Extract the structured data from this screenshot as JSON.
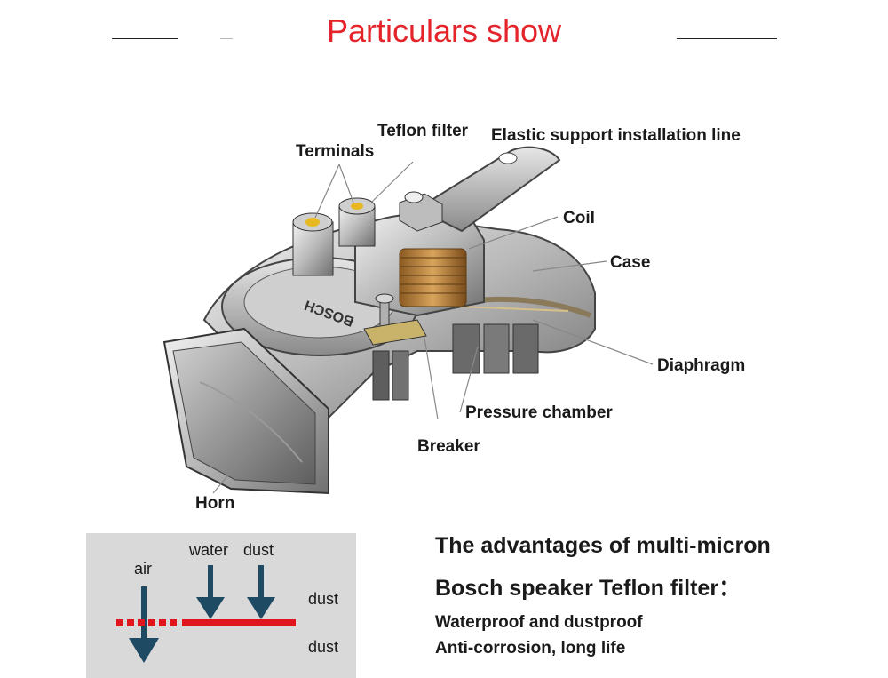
{
  "header": {
    "title": "Particulars show"
  },
  "labels": {
    "teflon_filter": "Teflon filter",
    "elastic_support": "Elastic support installation line",
    "terminals": "Terminals",
    "coil": "Coil",
    "case": "Case",
    "diaphragm": "Diaphragm",
    "pressure_chamber": "Pressure chamber",
    "breaker": "Breaker",
    "horn": "Horn",
    "brand_mark": "BOSCH"
  },
  "filter_diagram": {
    "air": "air",
    "water": "water",
    "dust_top": "dust",
    "dust_mid": "dust",
    "dust_bottom": "dust",
    "colors": {
      "arrow": "#1f4a63",
      "membrane": "#e0161e",
      "box": "#d9d9d9"
    }
  },
  "advantages": {
    "title_line1": "The advantages of multi-micron",
    "title_line2": "Bosch speaker Teflon filter：",
    "items": [
      "Waterproof and dustproof",
      "Anti-corrosion, long life"
    ]
  },
  "colors": {
    "title": "#e4232b"
  }
}
